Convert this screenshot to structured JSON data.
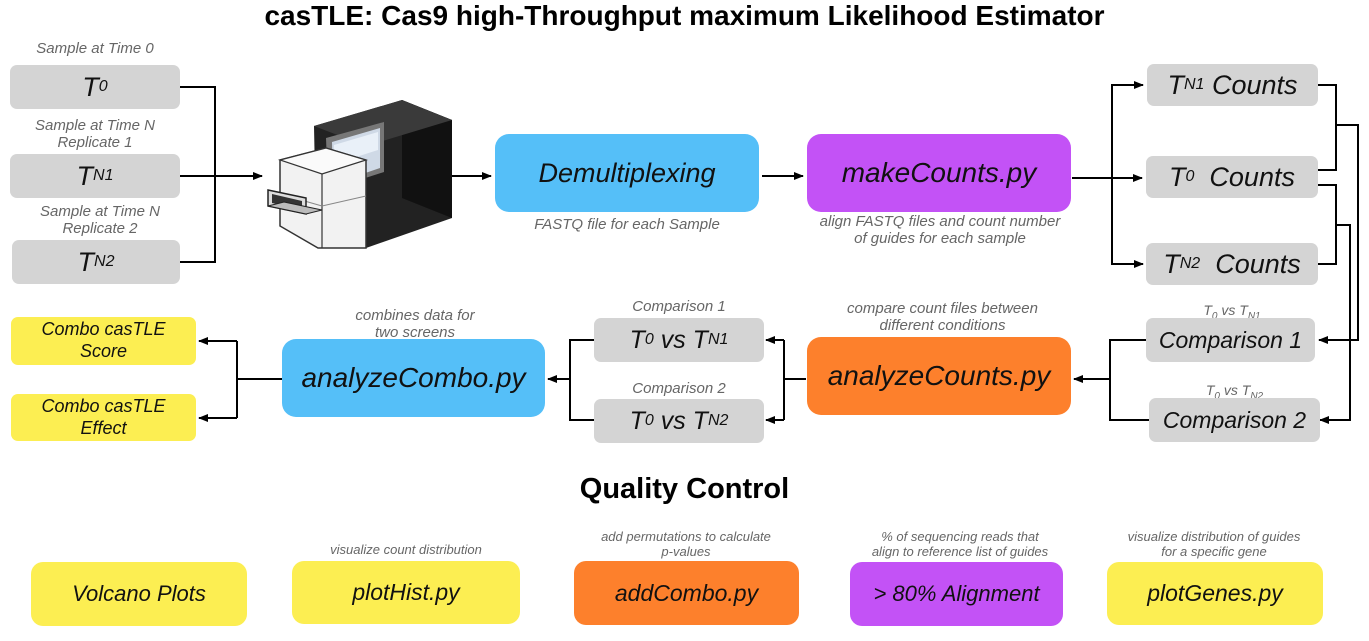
{
  "title": "casTLE: Cas9 high-Throughput maximum Likelihood Estimator",
  "samples": [
    {
      "caption": "Sample at Time 0",
      "label": "T",
      "sub": "0"
    },
    {
      "caption_line1": "Sample at Time N",
      "caption_line2": "Replicate 1",
      "label": "T",
      "sub": "N1"
    },
    {
      "caption_line1": "Sample at Time N",
      "caption_line2": "Replicate 2",
      "label": "T",
      "sub": "N2"
    }
  ],
  "demultiplexing": {
    "label": "Demultiplexing",
    "caption": "FASTQ file for each Sample"
  },
  "makecounts": {
    "label": "makeCounts.py",
    "caption_line1": "align FASTQ files and count number",
    "caption_line2": "of guides for each sample"
  },
  "counts": [
    {
      "t": "T",
      "sub": "N1",
      "word": "Counts"
    },
    {
      "t": "T",
      "sub": "0",
      "word": "Counts"
    },
    {
      "t": "T",
      "sub": "N2",
      "word": "Counts"
    }
  ],
  "comparisons_right": [
    {
      "cap_t": "T",
      "cap_sub0": "0",
      "cap_vs": "vs",
      "cap_t2": "T",
      "cap_sub2": "N1",
      "label": "Comparison 1"
    },
    {
      "cap_t": "T",
      "cap_sub0": "0",
      "cap_vs": "vs",
      "cap_t2": "T",
      "cap_sub2": "N2",
      "label": "Comparison 2"
    }
  ],
  "analyzecounts": {
    "label": "analyzeCounts.py",
    "caption_line1": "compare count files between",
    "caption_line2": "different conditions"
  },
  "comparisons_mid": [
    {
      "caption": "Comparison 1",
      "t": "T",
      "sub0": "0",
      "vs": "vs",
      "t2": "T",
      "sub2": "N1"
    },
    {
      "caption": "Comparison 2",
      "t": "T",
      "sub0": "0",
      "vs": "vs",
      "t2": "T",
      "sub2": "N2"
    }
  ],
  "analyzecombo": {
    "label": "analyzeCombo.py",
    "caption_line1": "combines data for",
    "caption_line2": "two screens"
  },
  "outputs": [
    {
      "line1": "Combo casTLE",
      "line2": "Score"
    },
    {
      "line1": "Combo casTLE",
      "line2": "Effect"
    }
  ],
  "qc_title": "Quality Control",
  "qc": [
    {
      "label": "Volcano Plots",
      "caption_line1": "",
      "caption_line2": ""
    },
    {
      "label": "plotHist.py",
      "caption_line1": "visualize count distribution",
      "caption_line2": ""
    },
    {
      "label": "addCombo.py",
      "caption_line1": "add permutations to calculate",
      "caption_line2": "p-values"
    },
    {
      "label": "> 80% Alignment",
      "caption_line1": "% of sequencing reads that",
      "caption_line2": "align to reference list of guides"
    },
    {
      "label": "plotGenes.py",
      "caption_line1": "visualize distribution of guides",
      "caption_line2": "for a specific gene"
    }
  ],
  "colors": {
    "gray": "#d4d4d4",
    "blue": "#55bff8",
    "purple": "#c352f6",
    "orange": "#fd802c",
    "yellow": "#fcee52"
  },
  "icons": [
    "sequencer-machine-icon"
  ]
}
